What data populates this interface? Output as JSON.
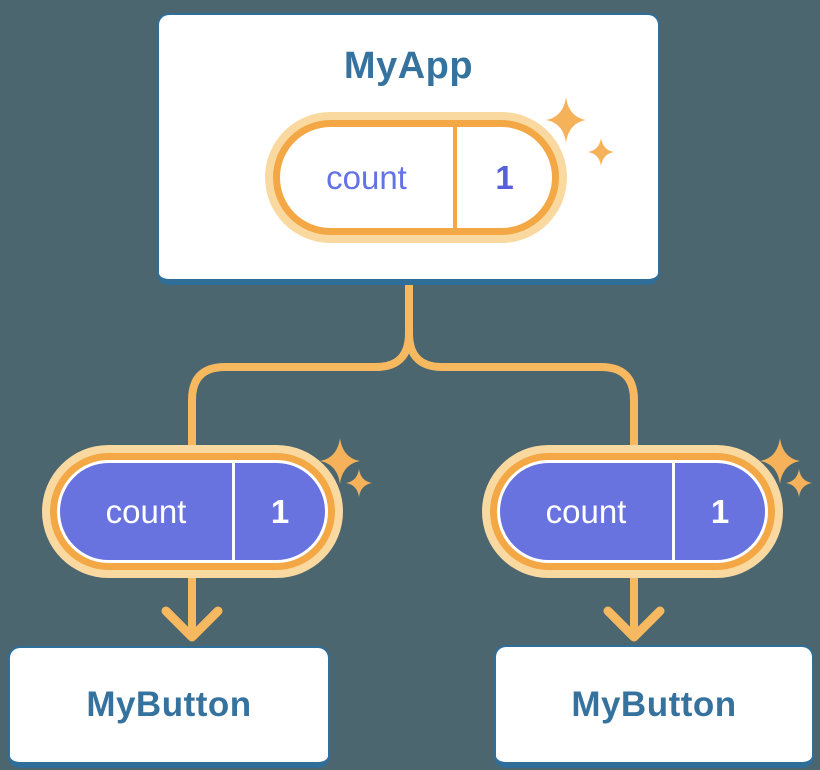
{
  "colors": {
    "background": "#4B666F",
    "card_bg": "#FFFFFF",
    "card_border": "#2E6E99",
    "heading_text": "#36729E",
    "connector_orange": "#F6B95F",
    "ring_orange": "#F3A845",
    "ring_light": "#FAD9A1",
    "pill_purple": "#6973E0",
    "pill_text_purple": "#6372E4",
    "pill_value_purple": "#5560DA",
    "pill_text_white": "#FFFFFF"
  },
  "tree": {
    "root": {
      "title": "MyApp",
      "state": {
        "label": "count",
        "value": "1"
      }
    },
    "children": [
      {
        "title": "MyButton",
        "state": {
          "label": "count",
          "value": "1"
        }
      },
      {
        "title": "MyButton",
        "state": {
          "label": "count",
          "value": "1"
        }
      }
    ]
  },
  "icons": {
    "sparkle": "sparkle-icon (four-pointed star, orange)"
  }
}
